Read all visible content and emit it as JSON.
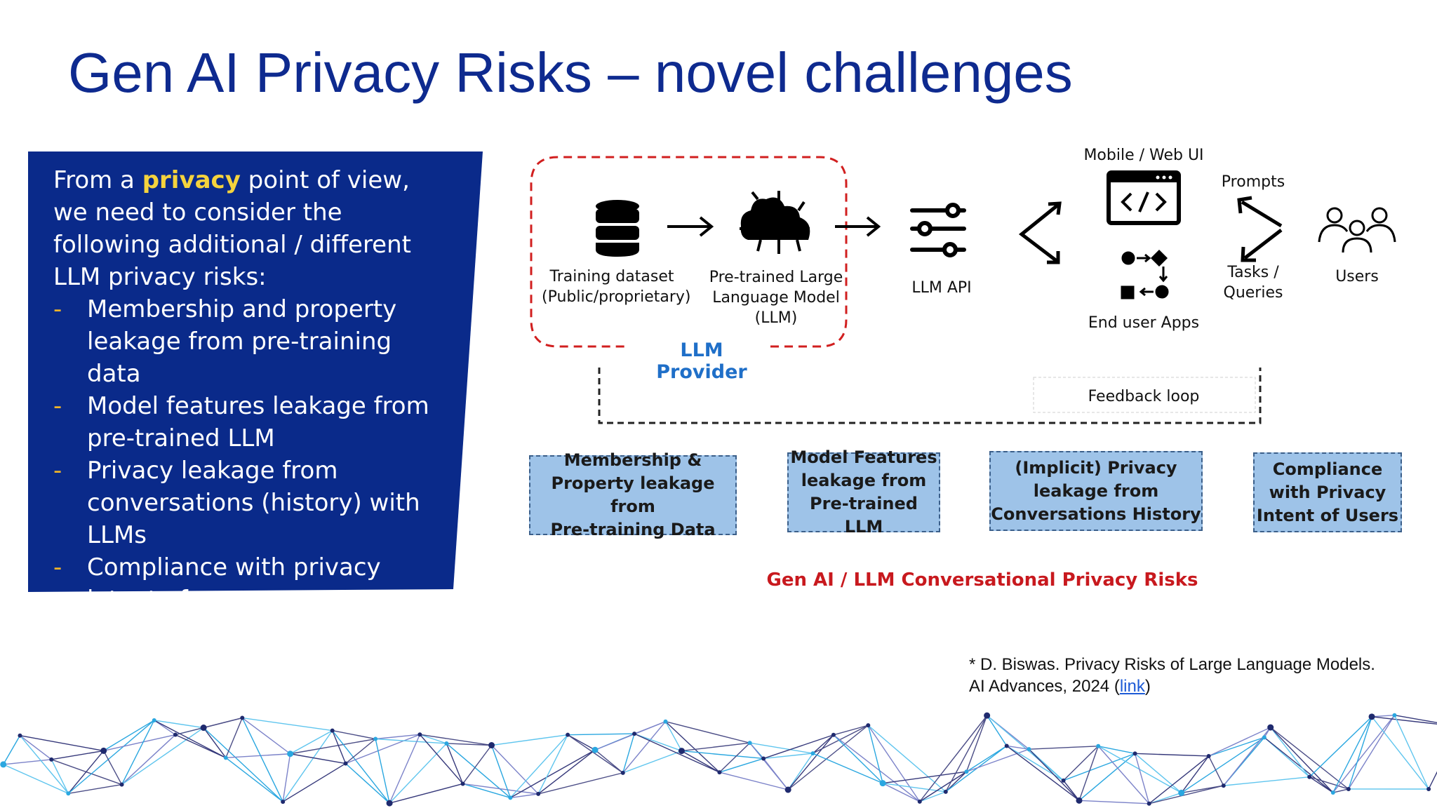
{
  "slide": {
    "title": "Gen AI Privacy Risks – novel challenges"
  },
  "left_panel": {
    "intro_before": "From a ",
    "intro_highlight": "privacy",
    "intro_after": " point of view, we need to consider the following additional / different LLM privacy risks:",
    "bullets": [
      "Membership and property leakage from pre-training data",
      "Model features leakage from pre-trained LLM",
      "Privacy leakage from conversations (history) with LLMs",
      "Compliance with privacy intent of users"
    ],
    "bullet_marker": "-"
  },
  "diagram": {
    "nodes": {
      "training": {
        "line1": "Training dataset",
        "line2": "(Public/proprietary)",
        "icon": "database-icon"
      },
      "llm": {
        "line1": "Pre-trained Large",
        "line2": "Language Model",
        "line3": "(LLM)",
        "icon": "ai-network-icon"
      },
      "api": {
        "label": "LLM API",
        "icon": "sliders-icon"
      },
      "mobile": {
        "label": "Mobile / Web UI",
        "icon": "code-window-icon"
      },
      "apps": {
        "label": "End user Apps",
        "icon": "workflow-icon"
      },
      "prompts": {
        "label": "Prompts"
      },
      "tasks": {
        "line1": "Tasks /",
        "line2": "Queries"
      },
      "users": {
        "label": "Users",
        "icon": "users-icon"
      }
    },
    "provider_label": "LLM Provider",
    "feedback_label": "Feedback loop",
    "risk_boxes": [
      {
        "line1": "Membership &",
        "line2": "Property leakage from",
        "line3": "Pre-training Data"
      },
      {
        "line1": "Model Features",
        "line2": "leakage from",
        "line3": "Pre-trained LLM"
      },
      {
        "line1": "(Implicit) Privacy",
        "line2": "leakage from",
        "line3": "Conversations History"
      },
      {
        "line1": "Compliance",
        "line2": "with Privacy",
        "line3": "Intent of Users"
      }
    ],
    "risks_caption": "Gen AI / LLM Conversational Privacy Risks"
  },
  "footnote": {
    "line1": "* D. Biswas. Privacy Risks of Large Language Models.",
    "line2_before": "AI Advances, 2024 (",
    "link": "link",
    "line2_after": ")"
  },
  "colors": {
    "title": "#0e2a8f",
    "panel": "#0a2a8a",
    "highlight": "#f5d33d",
    "provider": "#1f6fc8",
    "risks": "#c8191e",
    "box_fill": "#9ec3e8"
  }
}
